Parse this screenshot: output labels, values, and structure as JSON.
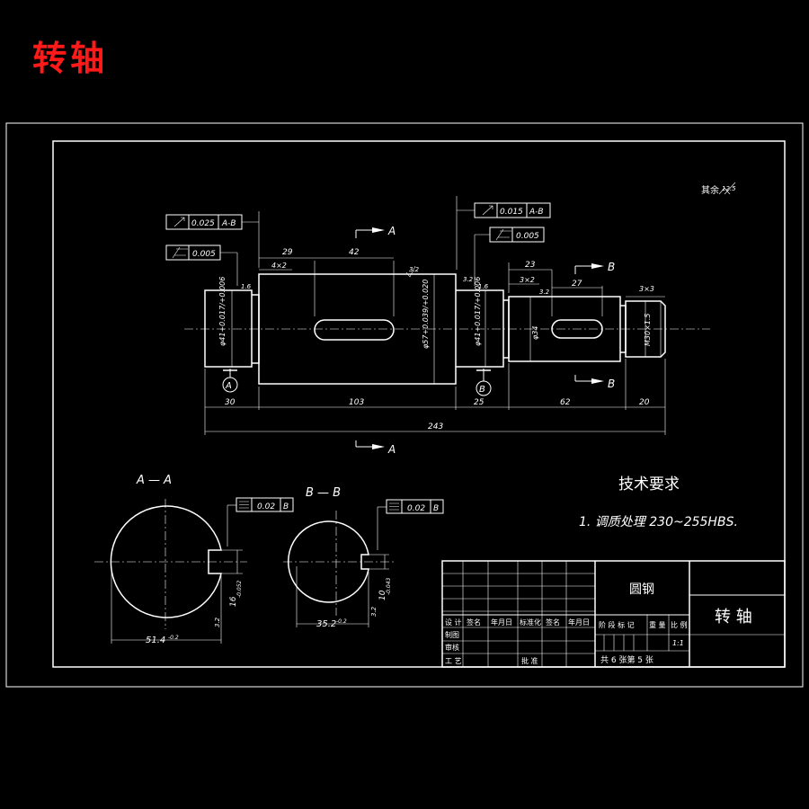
{
  "header": {
    "title": "转轴"
  },
  "drawing": {
    "roughness_note": "其余",
    "roughness_value": "12.5",
    "tolerances": {
      "runout_left": "0.025",
      "runout_left_datum": "A-B",
      "cyl_left": "0.005",
      "runout_right": "0.015",
      "runout_right_datum": "A-B",
      "cyl_right": "0.005",
      "sym_a": "0.02",
      "sym_a_datum": "B",
      "sym_b": "0.02",
      "sym_b_datum": "B"
    },
    "dims": {
      "d29": "29",
      "d42": "42",
      "d4x2": "4×2",
      "d23": "23",
      "d3x2": "3×2",
      "d27": "27",
      "d3x3": "3×3",
      "d30": "30",
      "d103": "103",
      "d25": "25",
      "d62": "62",
      "d20": "20",
      "d243": "243",
      "dia_left": "φ41+0.017/+0.006",
      "dia_mid": "φ57+0.039/+0.020",
      "dia_right_brg": "φ41+0.017/+0.006",
      "dia_right": "φ34",
      "dia_thread": "M30×1.5",
      "sec_a_dia": "51.4",
      "sec_a_tol": "-0.2",
      "sec_a_key": "16",
      "sec_a_key_tol": "-0.052",
      "sec_b_dia": "35.2",
      "sec_b_tol": "-0.2",
      "sec_b_key": "10",
      "sec_b_key_tol": "-0.043"
    },
    "section_marks": {
      "a": "A",
      "b": "B",
      "datum_a": "A",
      "datum_b": "B"
    },
    "section_titles": {
      "a": "A — A",
      "b": "B — B"
    },
    "roughness": {
      "r32": "3.2",
      "r16": "1.6"
    },
    "tech_req": {
      "title": "技术要求",
      "item1": "1. 调质处理 230~255HBS."
    }
  },
  "title_block": {
    "material": "圆钢",
    "part_name": "转   轴",
    "row_design": "设 计",
    "col_sign": "签名",
    "col_date": "年月日",
    "col_std": "标准化",
    "col_sign2": "签名",
    "col_date2": "年月日",
    "row_draw": "制图",
    "row_review": "审核",
    "row_process": "工 艺",
    "approve": "批 准",
    "stage_mark": "阶 段 标 记",
    "weight": "重 量",
    "scale": "比 例",
    "scale_value": "1:1",
    "sheets": "共  6  张第  5  张"
  }
}
